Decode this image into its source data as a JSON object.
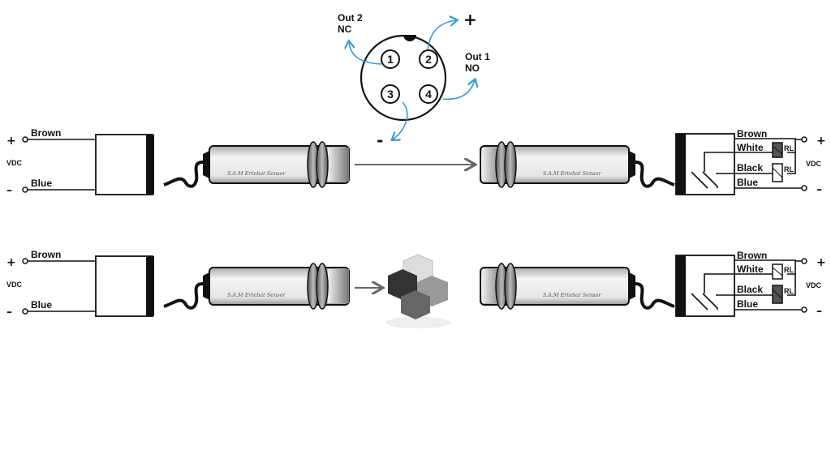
{
  "connector": {
    "pins": [
      "1",
      "2",
      "3",
      "4"
    ],
    "out2_line1": "Out 2",
    "out2_line2": "NC",
    "out1_line1": "Out 1",
    "out1_line2": "NO",
    "plus": "+",
    "minus": "-"
  },
  "rows": [
    {
      "emitter": {
        "plus": "+",
        "minus": "–",
        "vdc": "VDC",
        "brown": "Brown",
        "blue": "Blue"
      },
      "sensor_left_brand": "S.A.M Ertebat Sensor",
      "sensor_right_brand": "S.A.M Ertebat Sensor",
      "receiver": {
        "brown": "Brown",
        "white": "White",
        "black": "Black",
        "blue": "Blue",
        "rl1": "RL",
        "rl2": "RL",
        "plus": "+",
        "minus": "–",
        "vdc": "VDC",
        "active_relay": "white"
      }
    },
    {
      "emitter": {
        "plus": "+",
        "minus": "–",
        "vdc": "VDC",
        "brown": "Brown",
        "blue": "Blue"
      },
      "sensor_left_brand": "S.A.M Ertebat Sensor",
      "sensor_right_brand": "S.A.M Ertebat Sensor",
      "receiver": {
        "brown": "Brown",
        "white": "White",
        "black": "Black",
        "blue": "Blue",
        "rl1": "RL",
        "rl2": "RL",
        "plus": "+",
        "minus": "–",
        "vdc": "VDC",
        "active_relay": "black"
      }
    }
  ],
  "colors": {
    "wire_arrow": "#3b9ad8",
    "relay_active": "#555555"
  }
}
